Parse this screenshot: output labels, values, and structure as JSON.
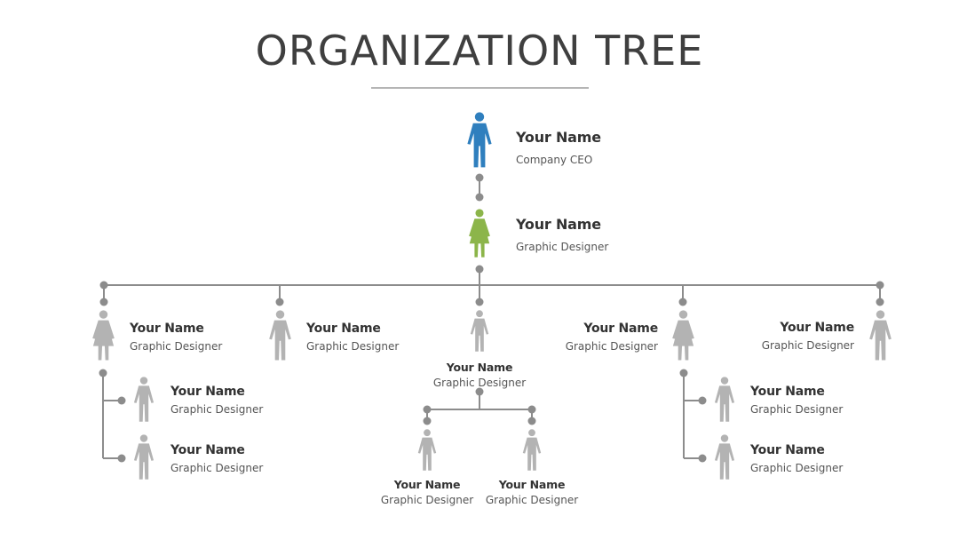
{
  "title": "ORGANIZATION TREE",
  "colors": {
    "ceo": "#2f7fbe",
    "manager": "#8cb54a",
    "staff": "#b3b3b3",
    "connector": "#8c8c8c",
    "text_dark": "#333333",
    "text_muted": "#555555"
  },
  "nodes": [
    {
      "id": "ceo",
      "name": "Your Name",
      "role": "Company CEO",
      "icon": "male-person-icon"
    },
    {
      "id": "manager",
      "name": "Your Name",
      "role": "Graphic Designer",
      "icon": "female-person-icon"
    },
    {
      "id": "col1",
      "name": "Your Name",
      "role": "Graphic Designer",
      "icon": "female-person-icon"
    },
    {
      "id": "col1-sub1",
      "name": "Your Name",
      "role": "Graphic Designer",
      "icon": "male-person-icon"
    },
    {
      "id": "col1-sub2",
      "name": "Your Name",
      "role": "Graphic Designer",
      "icon": "male-person-icon"
    },
    {
      "id": "col2",
      "name": "Your Name",
      "role": "Graphic Designer",
      "icon": "male-person-icon"
    },
    {
      "id": "col3",
      "name": "Your Name",
      "role": "Graphic Designer",
      "icon": "male-person-icon"
    },
    {
      "id": "col3-sub1",
      "name": "Your Name",
      "role": "Graphic Designer",
      "icon": "male-person-icon"
    },
    {
      "id": "col3-sub2",
      "name": "Your Name",
      "role": "Graphic Designer",
      "icon": "male-person-icon"
    },
    {
      "id": "col4",
      "name": "Your Name",
      "role": "Graphic Designer",
      "icon": "female-person-icon"
    },
    {
      "id": "col4-sub1",
      "name": "Your Name",
      "role": "Graphic Designer",
      "icon": "male-person-icon"
    },
    {
      "id": "col4-sub2",
      "name": "Your Name",
      "role": "Graphic Designer",
      "icon": "male-person-icon"
    },
    {
      "id": "col5",
      "name": "Your Name",
      "role": "Graphic Designer",
      "icon": "male-person-icon"
    }
  ]
}
